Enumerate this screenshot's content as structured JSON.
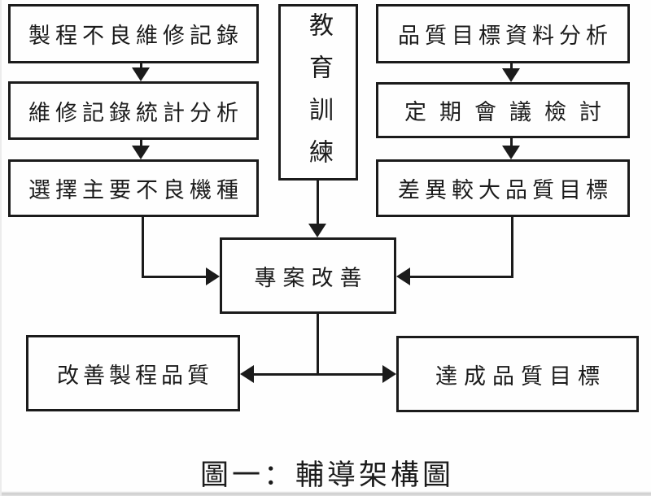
{
  "diagram": {
    "caption": "圖一：輔導架構圖",
    "colors": {
      "line": "#1b1b1b",
      "background": "#fefefe"
    },
    "nodes": {
      "l1": {
        "label": "製程不良維修記錄"
      },
      "l2": {
        "label": "維修記錄統計分析"
      },
      "l3": {
        "label": "選擇主要不良機種"
      },
      "training": {
        "label": "教育訓練"
      },
      "r1": {
        "label": "品質目標資料分析"
      },
      "r2": {
        "label": "定期會議檢討"
      },
      "r3": {
        "label": "差異較大品質目標"
      },
      "center": {
        "label": "專案改善"
      },
      "bl": {
        "label": "改善製程品質"
      },
      "br": {
        "label": "達成品質目標"
      }
    }
  }
}
